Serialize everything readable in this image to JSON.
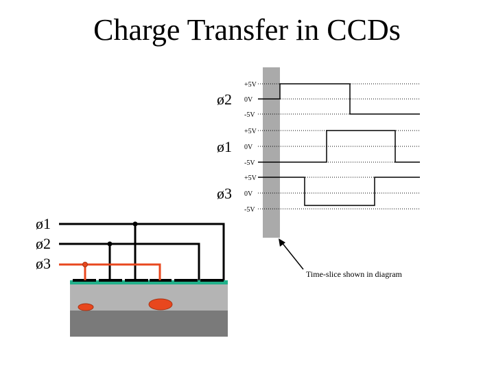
{
  "title": "Charge Transfer in CCDs",
  "waveforms": [
    {
      "phase": "ø2",
      "levels": [
        "+5V",
        "0V",
        "-5V"
      ]
    },
    {
      "phase": "ø1",
      "levels": [
        "+5V",
        "0V",
        "-5V"
      ]
    },
    {
      "phase": "ø3",
      "levels": [
        "+5V",
        "0V",
        "-5V"
      ]
    }
  ],
  "bus_labels": [
    "ø1",
    "ø2",
    "ø3"
  ],
  "annotation": "Time-slice shown in diagram",
  "colors": {
    "phase3_line": "#e8471e",
    "oxide": "#21b08a",
    "silicon_top": "#b4b4b4",
    "silicon_bottom": "#7a7a7a",
    "charge": "#e8471e",
    "time_slice": "#aaaaaa"
  }
}
